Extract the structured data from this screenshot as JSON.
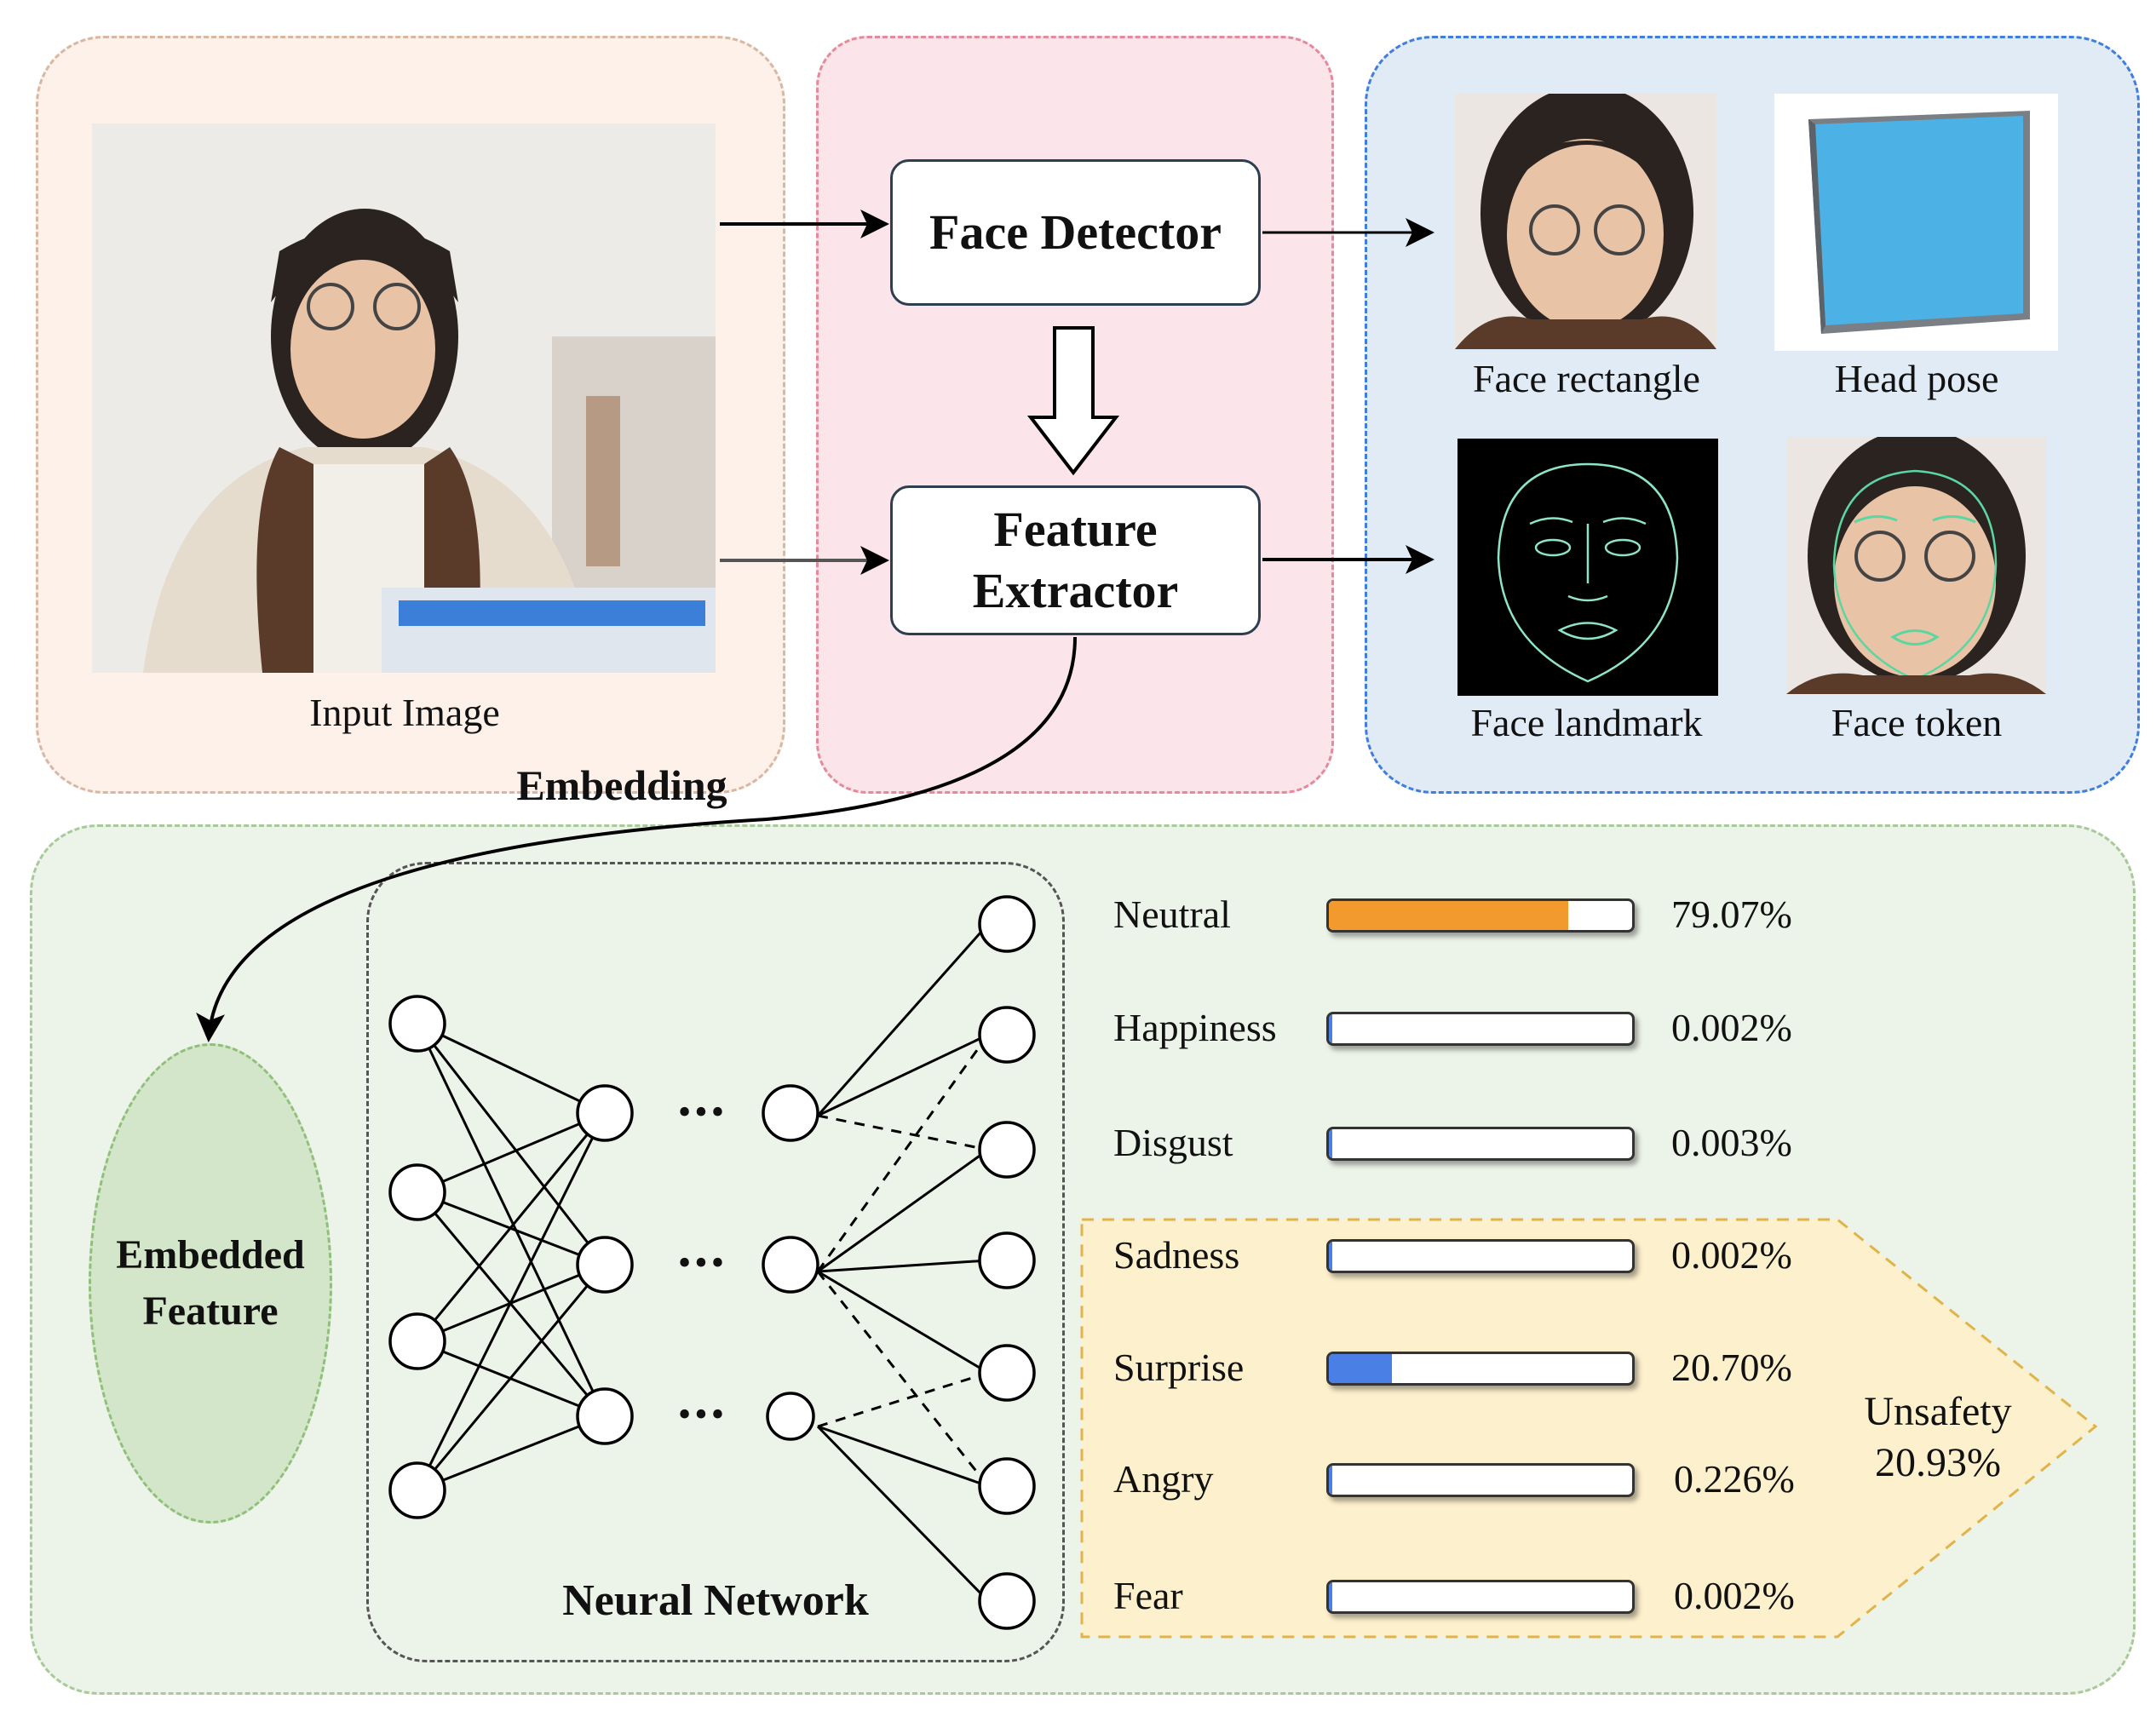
{
  "labels": {
    "input_image": "Input Image",
    "embedding": "Embedding",
    "face_detector": "Face Detector",
    "feature_extractor_line1": "Feature",
    "feature_extractor_line2": "Extractor",
    "face_rectangle": "Face rectangle",
    "head_pose": "Head pose",
    "face_landmark": "Face landmark",
    "face_token": "Face token",
    "embedded_feature_line1": "Embedded",
    "embedded_feature_line2": "Feature",
    "neural_network": "Neural Network",
    "ellipsis": "•••",
    "unsafety": "Unsafety",
    "unsafety_value": "20.93%"
  },
  "emotions": [
    {
      "label": "Neutral",
      "value_text": "79.07%",
      "fraction": 0.7907,
      "color": "#f39a2e"
    },
    {
      "label": "Happiness",
      "value_text": "0.002%",
      "fraction": 2e-05,
      "color": "#4a7fe6"
    },
    {
      "label": "Disgust",
      "value_text": "0.003%",
      "fraction": 3e-05,
      "color": "#4a7fe6"
    },
    {
      "label": "Sadness",
      "value_text": "0.002%",
      "fraction": 2e-05,
      "color": "#4a7fe6"
    },
    {
      "label": "Surprise",
      "value_text": "20.70%",
      "fraction": 0.207,
      "color": "#4a7fe6"
    },
    {
      "label": "Angry",
      "value_text": "0.226%",
      "fraction": 0.00226,
      "color": "#4a7fe6"
    },
    {
      "label": "Fear",
      "value_text": "0.002%",
      "fraction": 2e-05,
      "color": "#4a7fe6"
    }
  ],
  "colors": {
    "embedding_panel_bg": "#fdf1ea",
    "embedding_panel_border": "#d8b7a3",
    "detector_panel_bg": "#fbe5ea",
    "detector_panel_border": "#e58a9c",
    "outputs_panel_bg": "#e1ebf5",
    "outputs_panel_border": "#3f7de0",
    "bottom_panel_bg": "#ecf3e8",
    "bottom_panel_border": "#a9c99a",
    "unsafety_bg": "#fdf0cc",
    "unsafety_border": "#e0b44a",
    "embedded_feature_bg": "#d3e6c9",
    "head_pose_blue": "#4cb2e6"
  }
}
